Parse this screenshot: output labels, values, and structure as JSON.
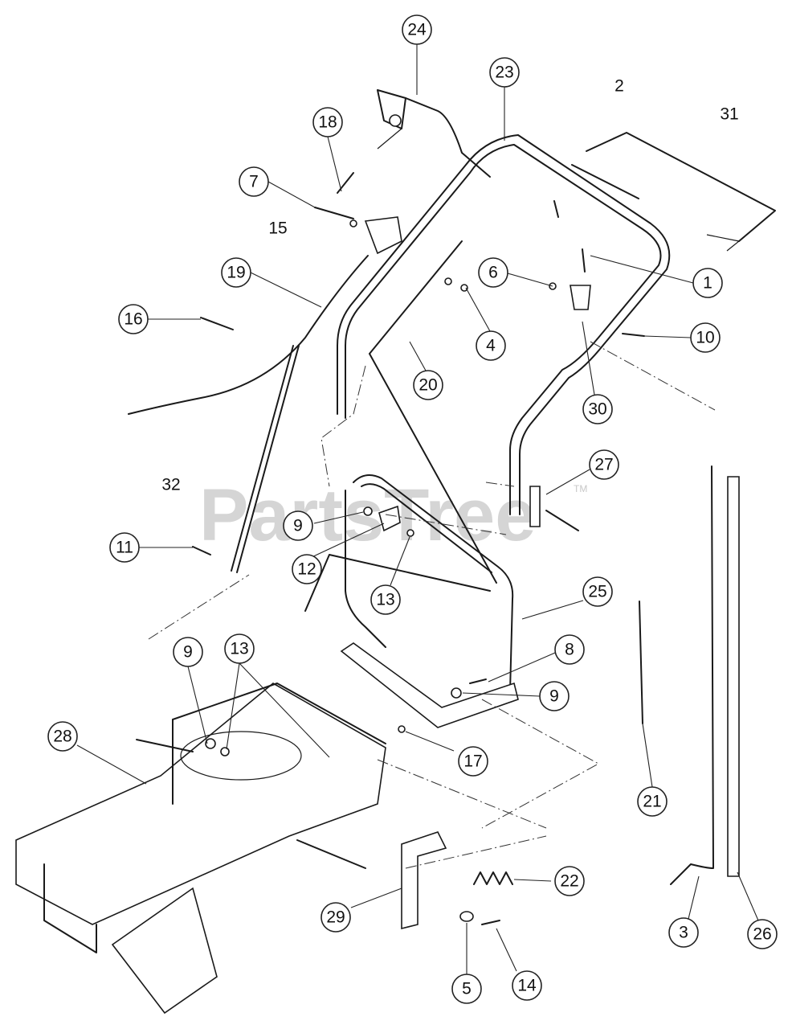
{
  "watermark": {
    "text": "PartsTree",
    "trademark": "TM"
  },
  "callouts": [
    {
      "id": "24",
      "label": "24"
    },
    {
      "id": "23",
      "label": "23"
    },
    {
      "id": "2",
      "label": "2"
    },
    {
      "id": "31",
      "label": "31"
    },
    {
      "id": "18",
      "label": "18"
    },
    {
      "id": "7",
      "label": "7"
    },
    {
      "id": "15",
      "label": "15"
    },
    {
      "id": "1",
      "label": "1"
    },
    {
      "id": "6",
      "label": "6"
    },
    {
      "id": "19",
      "label": "19"
    },
    {
      "id": "16",
      "label": "16"
    },
    {
      "id": "10",
      "label": "10"
    },
    {
      "id": "4",
      "label": "4"
    },
    {
      "id": "20",
      "label": "20"
    },
    {
      "id": "30",
      "label": "30"
    },
    {
      "id": "27",
      "label": "27"
    },
    {
      "id": "32",
      "label": "32"
    },
    {
      "id": "9a",
      "label": "9"
    },
    {
      "id": "11",
      "label": "11"
    },
    {
      "id": "12",
      "label": "12"
    },
    {
      "id": "13a",
      "label": "13"
    },
    {
      "id": "25",
      "label": "25"
    },
    {
      "id": "9b",
      "label": "9"
    },
    {
      "id": "13b",
      "label": "13"
    },
    {
      "id": "8",
      "label": "8"
    },
    {
      "id": "9c",
      "label": "9"
    },
    {
      "id": "28",
      "label": "28"
    },
    {
      "id": "17",
      "label": "17"
    },
    {
      "id": "21",
      "label": "21"
    },
    {
      "id": "22",
      "label": "22"
    },
    {
      "id": "29",
      "label": "29"
    },
    {
      "id": "3",
      "label": "3"
    },
    {
      "id": "26",
      "label": "26"
    },
    {
      "id": "5",
      "label": "5"
    },
    {
      "id": "14",
      "label": "14"
    }
  ]
}
